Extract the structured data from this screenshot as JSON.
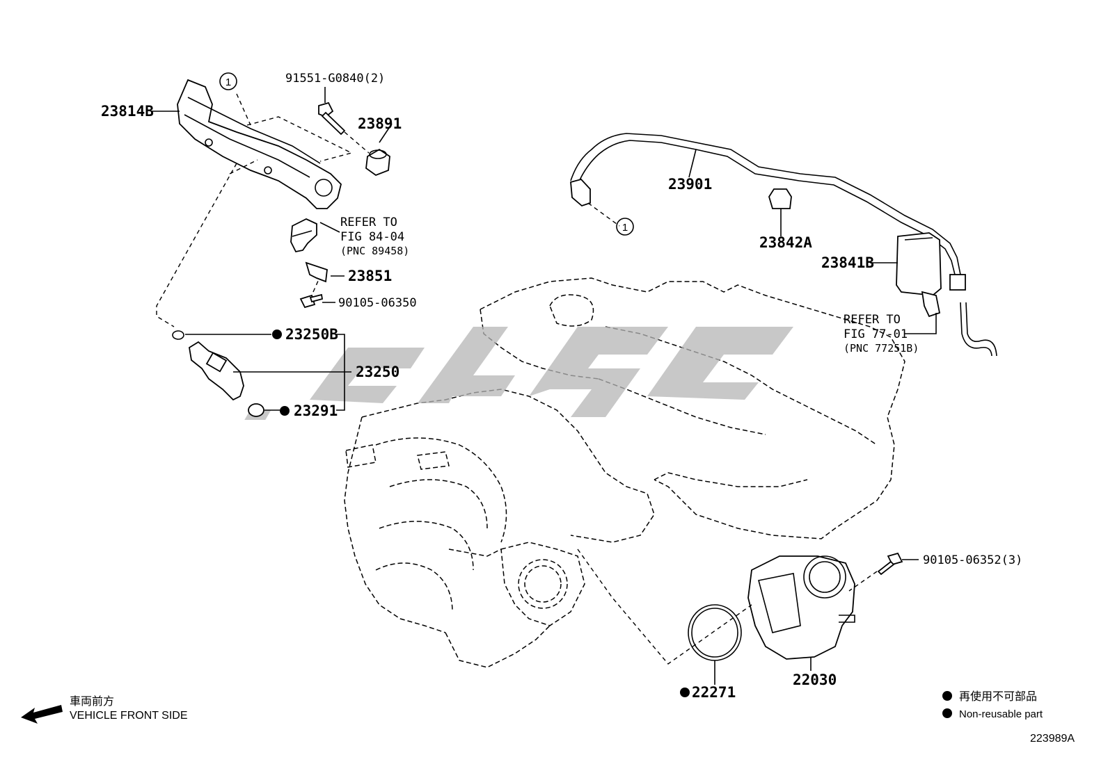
{
  "diagram_id": "223989A",
  "legend": {
    "non_reusable_jp": "再使用不可部品",
    "non_reusable_en": "Non-reusable part"
  },
  "direction": {
    "jp": "車両前方",
    "en": "VEHICLE FRONT SIDE"
  },
  "callout_marker": "1",
  "parts": {
    "p23814B": "23814B",
    "p91551": "91551-G0840(2)",
    "p23891": "23891",
    "p23851": "23851",
    "p9010506350": "90105-06350",
    "p23250B": "23250B",
    "p23250": "23250",
    "p23291": "23291",
    "p23901": "23901",
    "p23842A": "23842A",
    "p23841B": "23841B",
    "p9010506352": "90105-06352(3)",
    "p22271": "22271",
    "p22030": "22030"
  },
  "refer1": {
    "line1": "REFER TO",
    "line2": "FIG 84-04",
    "line3": "(PNC 89458)"
  },
  "refer2": {
    "line1": "REFER TO",
    "line2": "FIG 77-01",
    "line3": "(PNC 77251B)"
  },
  "colors": {
    "ink": "#000000",
    "watermark": "#b5b5b5",
    "background": "#ffffff"
  }
}
